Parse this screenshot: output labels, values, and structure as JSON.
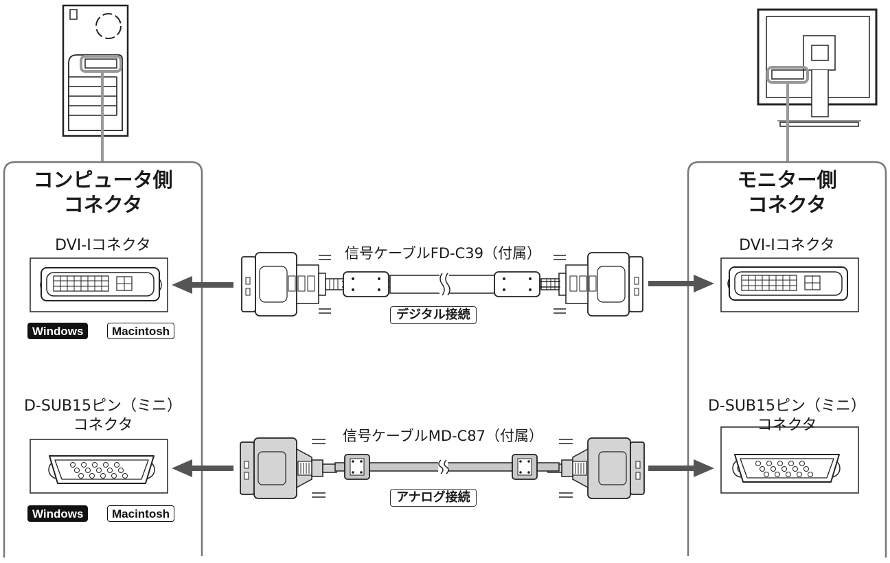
{
  "left_panel": {
    "title_line1": "コンピュータ側",
    "title_line2": "コネクタ",
    "dvi_label": "DVI-Iコネクタ",
    "dsub_label_line1": "D-SUB15ピン（ミニ）",
    "dsub_label_line2": "コネクタ",
    "dvi_badges": [
      "Windows",
      "Macintosh"
    ],
    "dsub_badges": [
      "Windows",
      "Macintosh"
    ]
  },
  "right_panel": {
    "title_line1": "モニター側",
    "title_line2": "コネクタ",
    "dvi_label": "DVI-Iコネクタ",
    "dsub_label_line1": "D-SUB15ピン（ミニ）",
    "dsub_label_line2": "コネクタ"
  },
  "cables": {
    "digital": {
      "name": "信号ケーブルFD-C39（付属）",
      "tag": "デジタル接続"
    },
    "analog": {
      "name": "信号ケーブルMD-C87（付属）",
      "tag": "アナログ接続"
    }
  },
  "icons": [
    "computer-tower-icon",
    "monitor-icon",
    "dvi-port-icon",
    "vga-port-icon",
    "dvi-cable-icon",
    "vga-cable-icon",
    "arrow-left-icon",
    "arrow-right-icon"
  ],
  "colors": {
    "panel_border": "#777777",
    "highlight": "#999999",
    "arrow": "#555555",
    "analog_cable": "#c8c8c8",
    "line": "#333333"
  }
}
